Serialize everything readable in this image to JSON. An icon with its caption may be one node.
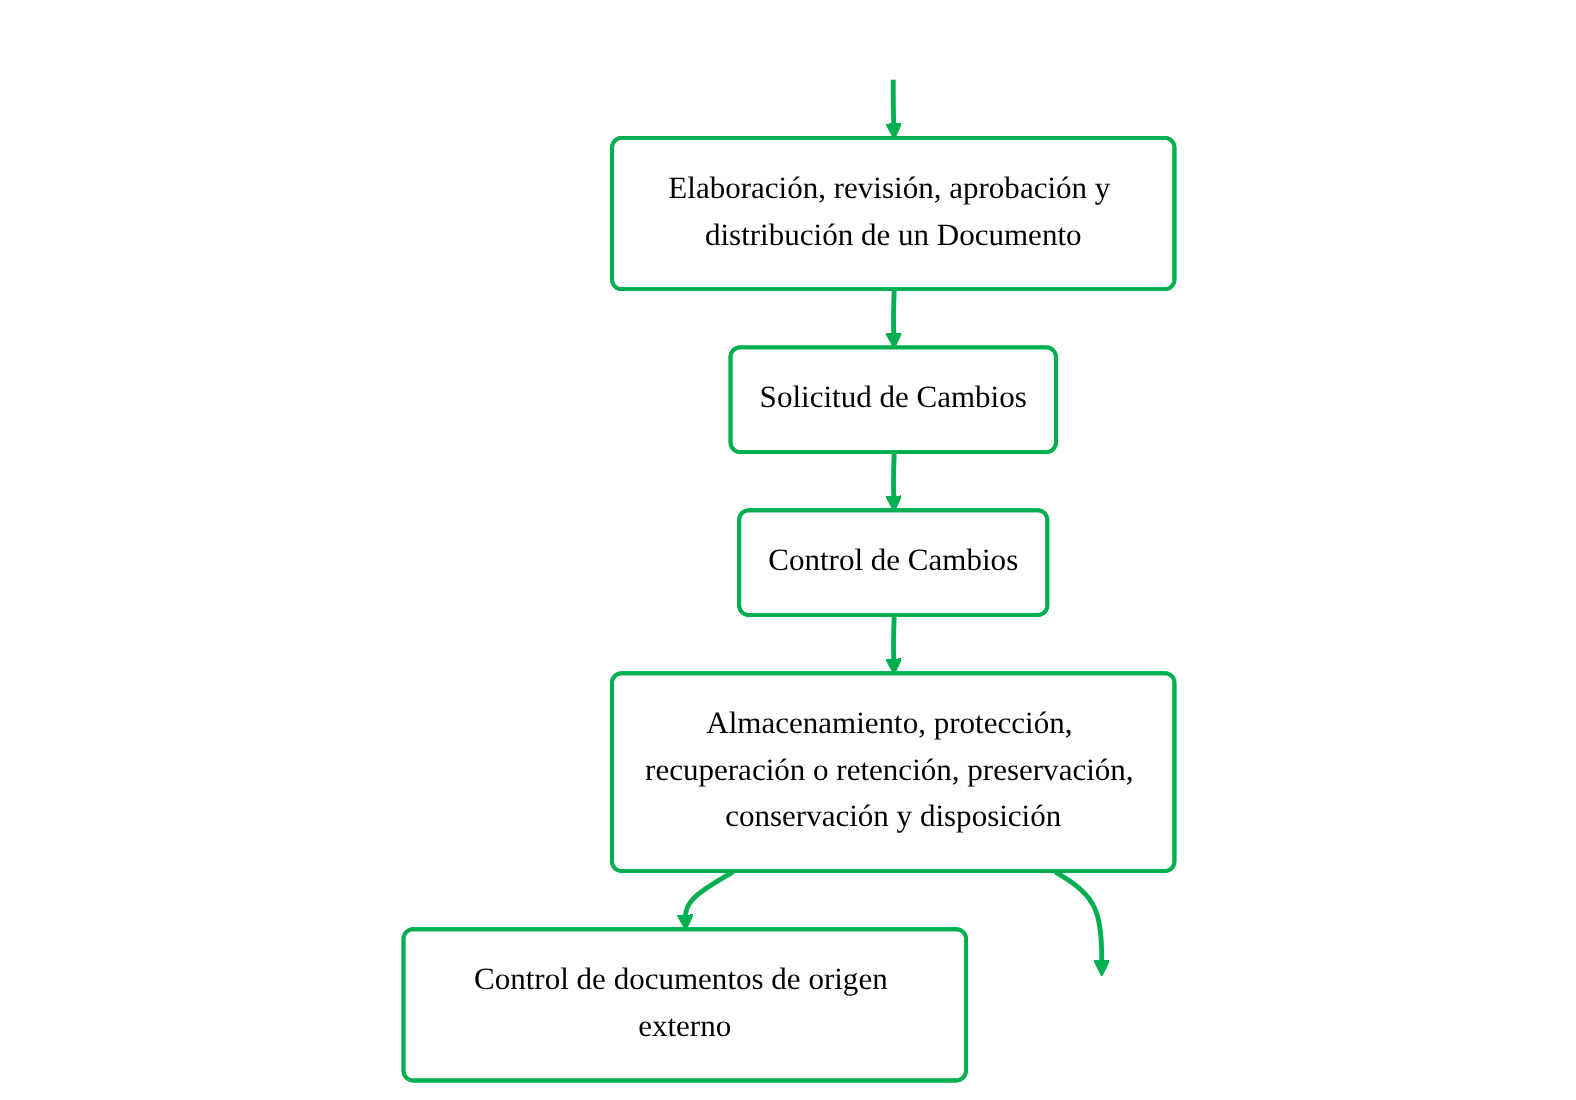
{
  "diagram": {
    "nodes": [
      {
        "text": [
          "Elaboración, revisión, aprobación y distribución de un Documento"
        ]
      },
      {
        "text": [
          "Solicitud de Cambios"
        ]
      },
      {
        "text": [
          "Control de Cambios"
        ]
      },
      {
        "text": [
          "Almacenamiento, protección, recuperación o retención, preservación, conservación y disposición"
        ]
      },
      {
        "text": [
          "Control de documentos de origen externo"
        ]
      }
    ],
    "edges": [
      {
        "from": 0,
        "to": 1,
        "arrow": "to"
      },
      {
        "from": 1,
        "to": 2,
        "arrow": "to"
      },
      {
        "from": 2,
        "to": 3,
        "arrow": "to"
      },
      {
        "from": 3,
        "to": 4,
        "arrow": "to"
      },
      {
        "from": 3,
        "to": null,
        "arrow": "to"
      },
      {
        "from": null,
        "to": 0,
        "arrow": "to"
      }
    ]
  }
}
